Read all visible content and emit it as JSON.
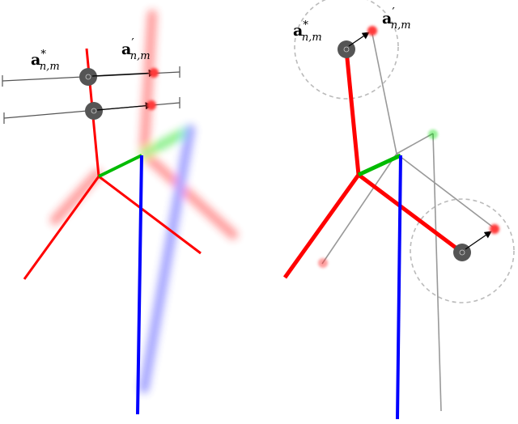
{
  "labels": {
    "left_anchor": "a",
    "left_anchor_sub": "n,m",
    "left_anchor_sup": "*",
    "left_target": "a",
    "left_target_sub": "n,m",
    "left_target_sup": "′",
    "right_anchor": "a",
    "right_anchor_sub": "n,m",
    "right_anchor_sup": "*",
    "right_target": "a",
    "right_target_sub": "n,m",
    "right_target_sup": "′"
  },
  "colors": {
    "limb_red": "#ff0000",
    "limb_green": "#00cc00",
    "limb_blue": "#0000ff",
    "ghost_gray": "#999999",
    "anchor_dark": "#555555",
    "target_red": "#ff3333",
    "circle_dash": "#bbbbbb"
  }
}
